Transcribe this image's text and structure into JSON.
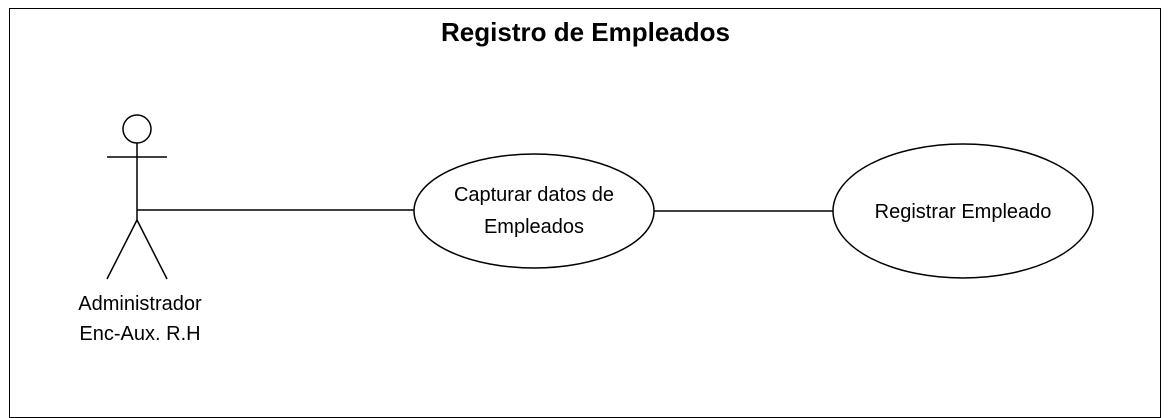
{
  "diagram": {
    "title": "Registro de Empleados",
    "actor": {
      "line1": "Administrador",
      "line2": "Enc-Aux. R.H"
    },
    "use_cases": [
      {
        "line1": "Capturar datos de",
        "line2": "Empleados"
      },
      {
        "line1": "Registrar Empleado"
      }
    ]
  }
}
